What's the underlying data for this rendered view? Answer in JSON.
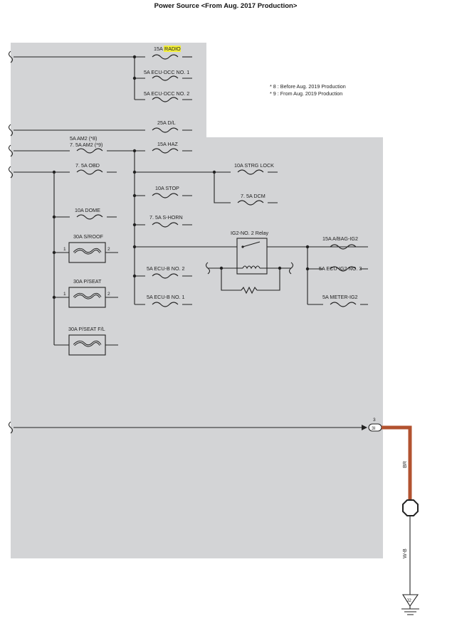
{
  "title": "Power Source <From Aug. 2017 Production>",
  "notes": [
    "* 8 : Before Aug.  2019 Production",
    "* 9 : From Aug.  2019 Production"
  ],
  "fuses": {
    "radio_prefix": "15A ",
    "radio_highlight": "RADIO",
    "ecu_dcc_1": "5A ECU-DCC NO. 1",
    "ecu_dcc_2": "5A ECU-DCC NO. 2",
    "dl": "25A D/L",
    "am2_8": "5A AM2 (*8)",
    "am2_9": "7. 5A AM2 (*9)",
    "haz": "15A HAZ",
    "obd": "7. 5A OBD",
    "strg_lock": "10A STRG LOCK",
    "dcm": "7. 5A DCM",
    "stop": "10A STOP",
    "dome": "10A DOME",
    "s_horn": "7. 5A S-HORN",
    "ecu_b_2": "5A ECU-B NO. 2",
    "ecu_b_1": "5A ECU-B NO. 1",
    "a_bag_ig2": "15A A/BAG-IG2",
    "ecu_ig2_3": "5A ECU-IG2 NO. 3",
    "meter_ig2": "5A METER-IG2"
  },
  "breakers": {
    "sroof": "30A S/ROOF",
    "pseat": "30A P/SEAT",
    "pseat_fl": "30A P/SEAT F/L"
  },
  "pins": {
    "one": "1",
    "two": "2"
  },
  "relay": "IG2-NO. 2 Relay",
  "connector": {
    "pin": "3",
    "id": "3I"
  },
  "wires": {
    "upper": "BR",
    "lower": "W-B"
  },
  "ground": "J2",
  "colors": {
    "panel": "#d3d4d6",
    "wire_br": "#b2522f",
    "highlight": "#f2ee3a"
  }
}
